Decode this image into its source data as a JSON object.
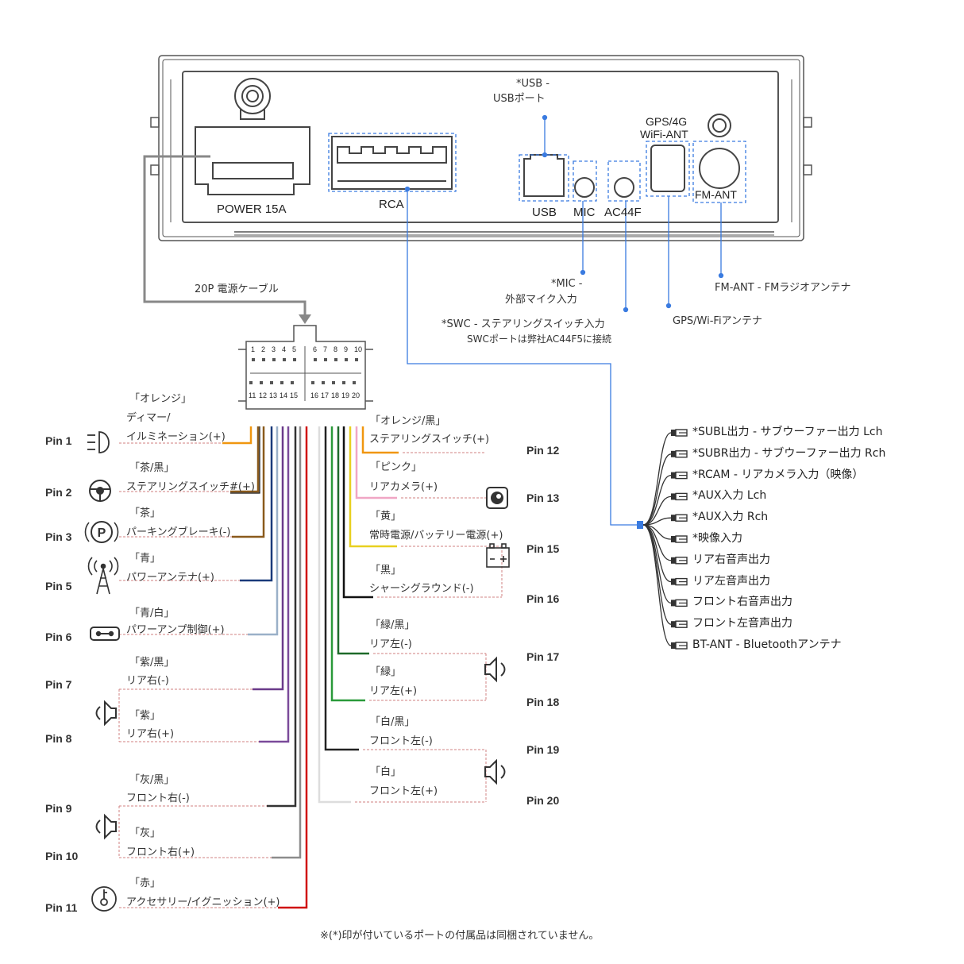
{
  "device": {
    "power_label": "POWER 15A",
    "rca_label": "RCA",
    "usb_label": "USB",
    "mic_label": "MIC",
    "ac_label": "AC44F",
    "gps_label_line1": "GPS/4G",
    "gps_label_line2": "WiFi-ANT",
    "fm_label": "FM-ANT"
  },
  "callouts": {
    "usb_line1": "*USB -",
    "usb_line2": "USBポート",
    "mic_line1": "*MIC -",
    "mic_line2": "外部マイク入力",
    "swc_line1": "*SWC - ステアリングスイッチ入力",
    "swc_line2": "SWCポートは弊社AC44F5に接続",
    "gps": "GPS/Wi-Fiアンテナ",
    "fm": "FM-ANT - FMラジオアンテナ",
    "cable": "20P 電源ケーブル"
  },
  "connector": {
    "top_left": [
      "1",
      "2",
      "3",
      "4",
      "5"
    ],
    "top_right": [
      "6",
      "7",
      "8",
      "9",
      "10"
    ],
    "bottom_left": [
      "11",
      "12",
      "13",
      "14",
      "15"
    ],
    "bottom_right": [
      "16",
      "17",
      "18",
      "19",
      "20"
    ]
  },
  "left_pins": [
    {
      "pin": "Pin 1",
      "color_label": "「オレンジ」",
      "func": [
        "ディマー/",
        "イルミネーション(+)"
      ],
      "icon": "headlight-icon",
      "wire": "#f0960f"
    },
    {
      "pin": "Pin 2",
      "color_label": "「茶/黒」",
      "func": [
        "ステアリングスイッチ#(+)"
      ],
      "icon": "steering-wheel-icon",
      "wire": "#8a5a1c"
    },
    {
      "pin": "Pin 3",
      "color_label": "「茶」",
      "func": [
        "パーキングブレーキ(-)"
      ],
      "icon": "parking-icon",
      "wire": "#8a5a1c"
    },
    {
      "pin": "Pin 5",
      "color_label": "「青」",
      "func": [
        "パワーアンテナ(+)"
      ],
      "icon": "antenna-tower-icon",
      "wire": "#1a3a7a"
    },
    {
      "pin": "Pin 6",
      "color_label": "「青/白」",
      "func": [
        "パワーアンプ制御(+)"
      ],
      "icon": "amplifier-icon",
      "wire": "#9ab0c8"
    },
    {
      "pin": "Pin 7",
      "color_label": "「紫/黒」",
      "func": [
        "リア右(-)"
      ],
      "icon": "",
      "wire": "#6a3a8a"
    },
    {
      "pin": "Pin 8",
      "color_label": "「紫」",
      "func": [
        "リア右(+)"
      ],
      "icon": "speaker-icon",
      "wire": "#7a4a9a"
    },
    {
      "pin": "Pin 9",
      "color_label": "「灰/黒」",
      "func": [
        "フロント右(-)"
      ],
      "icon": "",
      "wire": "#333333"
    },
    {
      "pin": "Pin 10",
      "color_label": "「灰」",
      "func": [
        "フロント右(+)"
      ],
      "icon": "speaker-icon",
      "wire": "#8c8c8c"
    },
    {
      "pin": "Pin 11",
      "color_label": "「赤」",
      "func": [
        "アクセサリー/イグニッション(+)"
      ],
      "icon": "ignition-key-icon",
      "wire": "#d01010"
    }
  ],
  "right_pins": [
    {
      "pin": "Pin 12",
      "color_label": "「オレンジ/黒」",
      "func": "ステアリングスイッチ(+)",
      "icon": "steering-wheel-icon",
      "wire": "#f0960f"
    },
    {
      "pin": "Pin 13",
      "color_label": "「ピンク」",
      "func": "リアカメラ(+)",
      "icon": "camera-icon",
      "wire": "#f0a6c4"
    },
    {
      "pin": "Pin 15",
      "color_label": "「黄」",
      "func": "常時電源/バッテリー電源(+)",
      "icon": "battery-icon",
      "wire": "#e8d020"
    },
    {
      "pin": "Pin 16",
      "color_label": "「黒」",
      "func": "シャーシグラウンド(-)",
      "icon": "",
      "wire": "#111111"
    },
    {
      "pin": "Pin 17",
      "color_label": "「緑/黒」",
      "func": "リア左(-)",
      "icon": "speaker-icon",
      "wire": "#1e6a2a"
    },
    {
      "pin": "Pin 18",
      "color_label": "「緑」",
      "func": "リア左(+)",
      "icon": "",
      "wire": "#2a9a3a"
    },
    {
      "pin": "Pin 19",
      "color_label": "「白/黒」",
      "func": "フロント左(-)",
      "icon": "speaker-icon",
      "wire": "#222222"
    },
    {
      "pin": "Pin 20",
      "color_label": "「白」",
      "func": "フロント左(+)",
      "icon": "",
      "wire": "#dddddd"
    }
  ],
  "rca_outputs": [
    "*SUBL出力 - サブウーファー出力 Lch",
    "*SUBR出力 - サブウーファー出力 Rch",
    "*RCAM - リアカメラ入力（映像）",
    "*AUX入力 Lch",
    "*AUX入力 Rch",
    "*映像入力",
    "リア右音声出力",
    "リア左音声出力",
    "フロント右音声出力",
    "フロント左音声出力",
    "BT-ANT - Bluetoothアンテナ"
  ],
  "footnote": "※(*)印が付いているポートの付属品は同梱されていません。",
  "colors": {
    "callout_blue": "#3a7be0",
    "dash_red": "#d08080",
    "body_gray": "#555555"
  }
}
